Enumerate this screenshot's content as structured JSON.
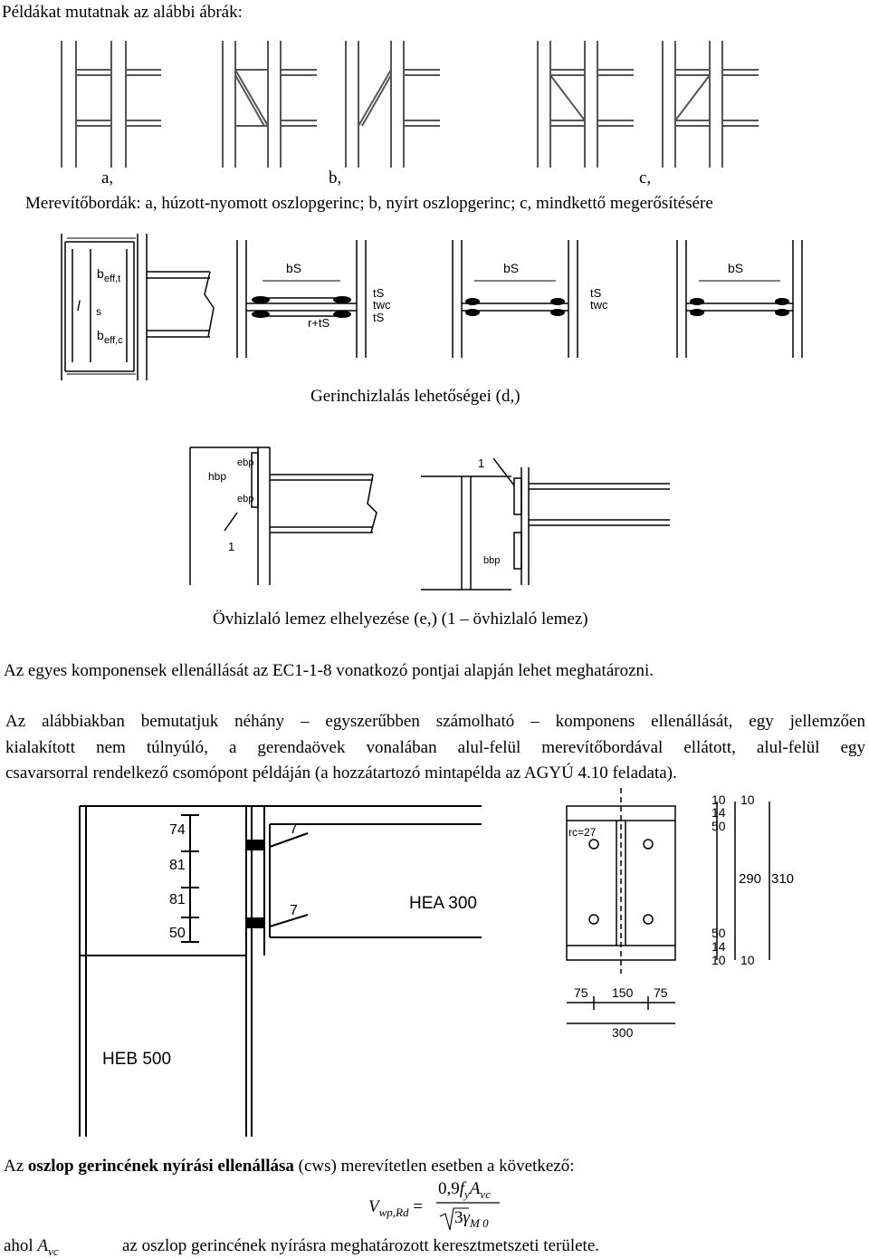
{
  "intro": "Példákat mutatnak az alábbi ábrák:",
  "fig1": {
    "label_a": "a,",
    "label_b": "b,",
    "label_c": "c,",
    "caption": "Merevítőbordák: a, húzott-nyomott oszlopgerinc; b, nyírt oszlopgerinc; c, mindkettő megerősítésére"
  },
  "fig2": {
    "b": "b",
    "eff_t": "eff,t",
    "eff_c": "eff,c",
    "l": "l",
    "s": "s",
    "bs": "bS",
    "ts": "tS",
    "twc": "twc",
    "rts": "r+tS",
    "caption": "Gerinchizlalás lehetőségei (d,)"
  },
  "fig3": {
    "hbp": "hbp",
    "ebp": "ebp",
    "bbp": "bbp",
    "one": "1",
    "caption": "Övhizlaló lemez elhelyezése (e,) (1 – övhizlaló lemez)"
  },
  "para1": "Az egyes komponensek ellenállását az EC1-1-8 vonatkozó pontjai alapján lehet meghatározni.",
  "para2_lines": [
    "Az alábbiakban bemutatjuk néhány – egyszerűbben számolható – komponens ellenállását, egy jellemzően",
    "kialakított nem túlnyúló, a gerendaövek vonalában alul-felül merevítőbordával ellátott, alul-felül egy",
    "csavarsorral rendelkező csomópont példáján (a hozzátartozó mintapélda az AGYÚ 4.10 feladata)."
  ],
  "fig4": {
    "dims_left": [
      "74",
      "81",
      "81",
      "50"
    ],
    "weld": "7",
    "beam": "HEA 300",
    "column": "HEB 500",
    "rc": "rc=27",
    "right_small_top": [
      "10",
      "14",
      "50"
    ],
    "right_small_top2": "10",
    "right_small_bot": [
      "50",
      "14",
      "10"
    ],
    "right_small_bot2": "10",
    "h_inner": "290",
    "h_outer": "310",
    "bottom_parts": [
      "75",
      "150",
      "75"
    ],
    "bottom_total": "300"
  },
  "shear": {
    "pre": "Az ",
    "bold": "oszlop gerincének nyírási ellenállása",
    "post": " (cws) merevítetlen esetben a következő:"
  },
  "formula": {
    "V": "V",
    "sub_V": "wp,Rd",
    "eq": "=",
    "num_pre": "0,9",
    "num_f": "f",
    "num_fsub": "y",
    "num_A": "A",
    "num_Asub": "vc",
    "den_3": "3",
    "den_gamma": "γ",
    "den_gsub": "M 0"
  },
  "ahol": {
    "label": "ahol",
    "A": "A",
    "Asub": "vc",
    "text": "az oszlop gerincének nyírásra meghatározott keresztmetszeti területe."
  }
}
